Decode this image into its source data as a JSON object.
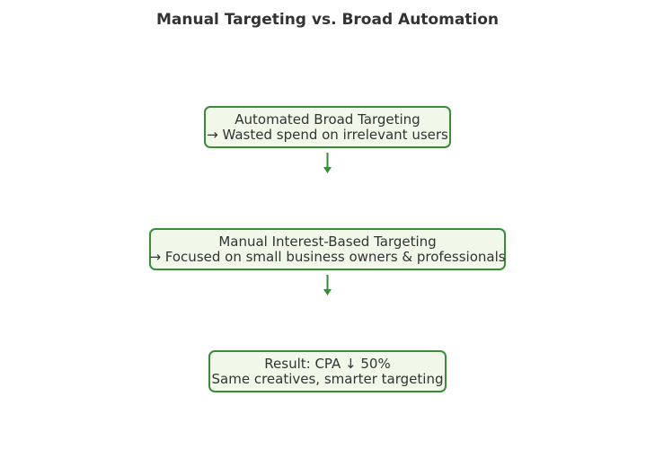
{
  "title": "Manual Targeting vs. Broad Automation",
  "colors": {
    "border": "#3a8b3a",
    "fill": "#f1f7e9",
    "text": "#333333",
    "arrow": "#3a8b3a"
  },
  "nodes": [
    {
      "line1": "Automated Broad Targeting",
      "line2": "→ Wasted spend on irrelevant users"
    },
    {
      "line1": "Manual Interest-Based Targeting",
      "line2": "→ Focused on small business owners & professionals"
    },
    {
      "line1": "Result: CPA ↓ 50%",
      "line2": "Same creatives, smarter targeting"
    }
  ]
}
